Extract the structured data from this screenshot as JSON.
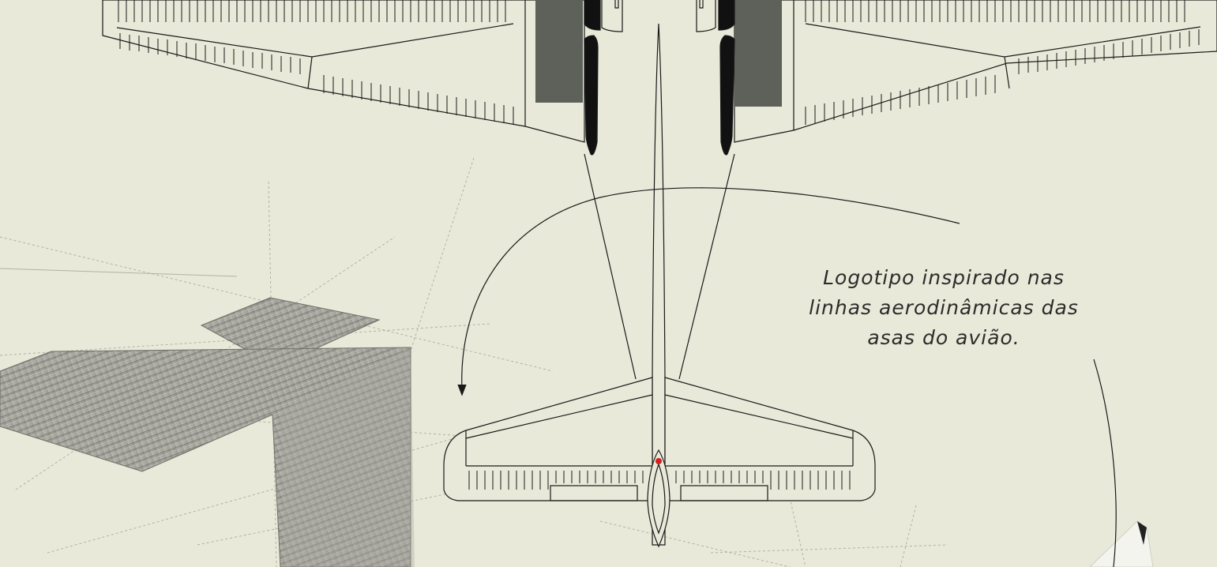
{
  "caption": {
    "lines": [
      "Logotipo inspirado nas",
      "linhas aerodinâmicas das",
      "asas do avião."
    ]
  },
  "colors": {
    "background": "#e8e9d8",
    "line": "#1a1a1a",
    "panel": "#5e605a",
    "accent": "#d62020",
    "sketch": "#7d7d76"
  },
  "icons": {
    "plane": "airplane-blueprint",
    "logo": "sketched-logo-mark"
  }
}
